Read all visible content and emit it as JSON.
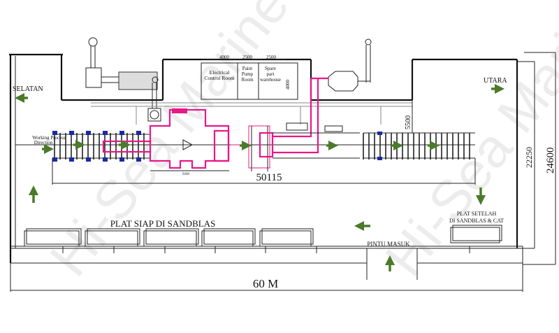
{
  "labels": {
    "south": "SELATAN",
    "north": "UTARA",
    "process_direction_line1": "Working Process",
    "process_direction_line2": "Direction",
    "electrical_room_line1": "Electrical",
    "electrical_room_line2": "Control Room",
    "paint_pump_line1": "Paint",
    "paint_pump_line2": "Pump",
    "paint_pump_line3": "Room",
    "spare_part_line1": "Spare",
    "spare_part_line2": "part",
    "spare_part_line3": "warehouse",
    "plates_ready": "PLAT SIAP DI SANDBLAS",
    "plates_done_line1": "PLAT SETELAH",
    "plates_done_line2": "DI SANDBLAS & CAT",
    "entrance": "PINTU MASUK"
  },
  "dimensions": {
    "room1_width": "4000",
    "room2_width": "2500",
    "room3_width": "2500",
    "room_depth": "4000",
    "line_length": "50115",
    "machine_length": "9200",
    "offset": "5500",
    "inner_width": "22250",
    "total_width": "24600",
    "building_length": "60 M"
  },
  "watermark": "Hi-Sea Marine",
  "colors": {
    "arrow": "#4a7a2a",
    "blast_booth": "#e8178a",
    "roller_end": "#1a2aa0"
  }
}
